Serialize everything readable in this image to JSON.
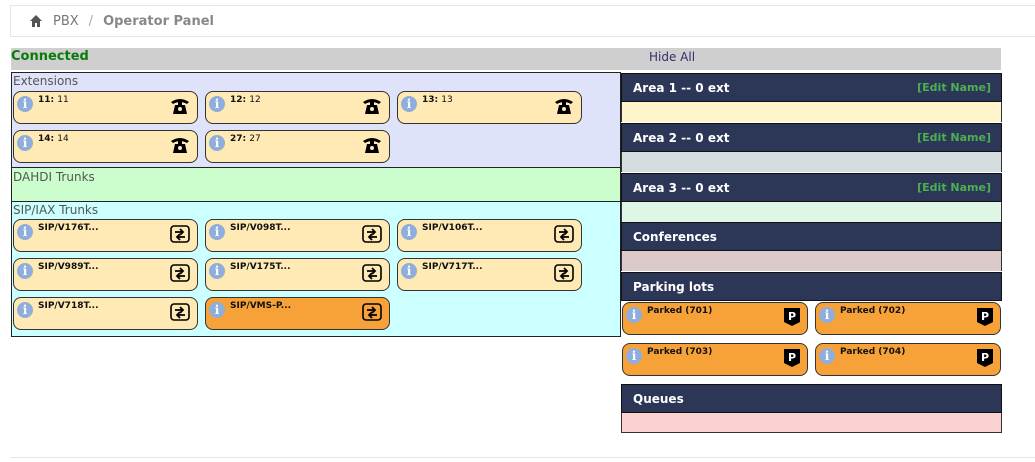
{
  "breadcrumb": {
    "root": "PBX",
    "separator": "/",
    "current": "Operator Panel"
  },
  "status": {
    "text": "Connected",
    "hide_all": "Hide All"
  },
  "extensions": {
    "title": "Extensions",
    "items": [
      {
        "name": "11:",
        "num": "11"
      },
      {
        "name": "12:",
        "num": "12"
      },
      {
        "name": "13:",
        "num": "13"
      },
      {
        "name": "14:",
        "num": "14"
      },
      {
        "name": "27:",
        "num": "27"
      }
    ]
  },
  "dahdi": {
    "title": "DAHDI Trunks"
  },
  "sip": {
    "title": "SIP/IAX Trunks",
    "items": [
      {
        "label": "SIP/V176T...",
        "color": "#ffe9b5"
      },
      {
        "label": "SIP/V098T...",
        "color": "#ffe9b5"
      },
      {
        "label": "SIP/V106T...",
        "color": "#ffe9b5"
      },
      {
        "label": "SIP/V989T...",
        "color": "#ffe9b5"
      },
      {
        "label": "SIP/V175T...",
        "color": "#ffe9b5"
      },
      {
        "label": "SIP/V717T...",
        "color": "#ffe9b5"
      },
      {
        "label": "SIP/V718T...",
        "color": "#ffe9b5"
      },
      {
        "label": "SIP/VMS-P...",
        "color": "#f7a238"
      }
    ]
  },
  "areas": [
    {
      "title": "Area 1 -- 0 ext",
      "edit": "[Edit Name]",
      "body_color": "#fff5cc"
    },
    {
      "title": "Area 2 -- 0 ext",
      "edit": "[Edit Name]",
      "body_color": "#d6dde0"
    },
    {
      "title": "Area 3 -- 0 ext",
      "edit": "[Edit Name]",
      "body_color": "#dff5e6"
    }
  ],
  "conferences": {
    "title": "Conferences",
    "body_color": "#dcc9c9"
  },
  "parking": {
    "title": "Parking lots",
    "items": [
      "Parked (701)",
      "Parked (702)",
      "Parked (703)",
      "Parked (704)"
    ],
    "icon_letter": "P"
  },
  "queues": {
    "title": "Queues",
    "body_color": "#fbd2d2"
  },
  "info_glyph": "i",
  "icons": {
    "home": "home-icon",
    "phone": "telephone-icon",
    "trunk": "trunk-arrows-icon",
    "parking": "parking-icon"
  },
  "colors": {
    "connected": "#0a7a0a",
    "edit": "#4caf50",
    "header": "#2c3758",
    "card": "#ffe9b5",
    "card_active": "#f7a238"
  }
}
